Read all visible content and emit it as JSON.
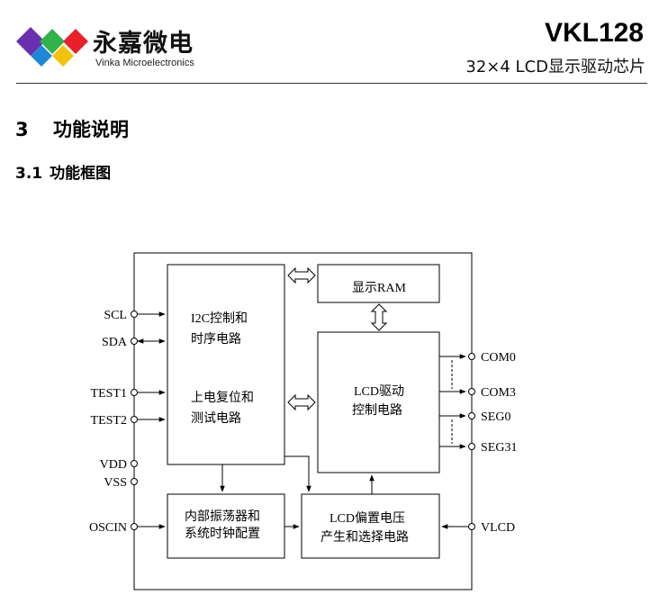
{
  "header": {
    "company_name": "永嘉微电",
    "company_sub": "Vinka Microelectronics",
    "model": "VKL128",
    "description": "32×4 LCD显示驱动芯片"
  },
  "section": {
    "number": "3",
    "title": "功能说明"
  },
  "subsection": {
    "number": "3.1",
    "title": "功能框图"
  },
  "diagram": {
    "blocks": {
      "i2c_line1": "I2C控制和",
      "i2c_line2": "时序电路",
      "por_line1": "上电复位和",
      "por_line2": "测试电路",
      "ram": "显示RAM",
      "lcd_drv_line1": "LCD驱动",
      "lcd_drv_line2": "控制电路",
      "osc_line1": "内部振荡器和",
      "osc_line2": "系统时钟配置",
      "bias_line1": "LCD偏置电压",
      "bias_line2": "产生和选择电路"
    },
    "pins_left": [
      "SCL",
      "SDA",
      "TEST1",
      "TEST2",
      "VDD",
      "VSS",
      "OSCIN"
    ],
    "pins_right": [
      "COM0",
      "COM3",
      "SEG0",
      "SEG31",
      "VLCD"
    ],
    "colors": {
      "logo": [
        "#6a2fb0",
        "#1e88d6",
        "#2fb34a",
        "#f2c20f",
        "#e8202a"
      ]
    }
  }
}
